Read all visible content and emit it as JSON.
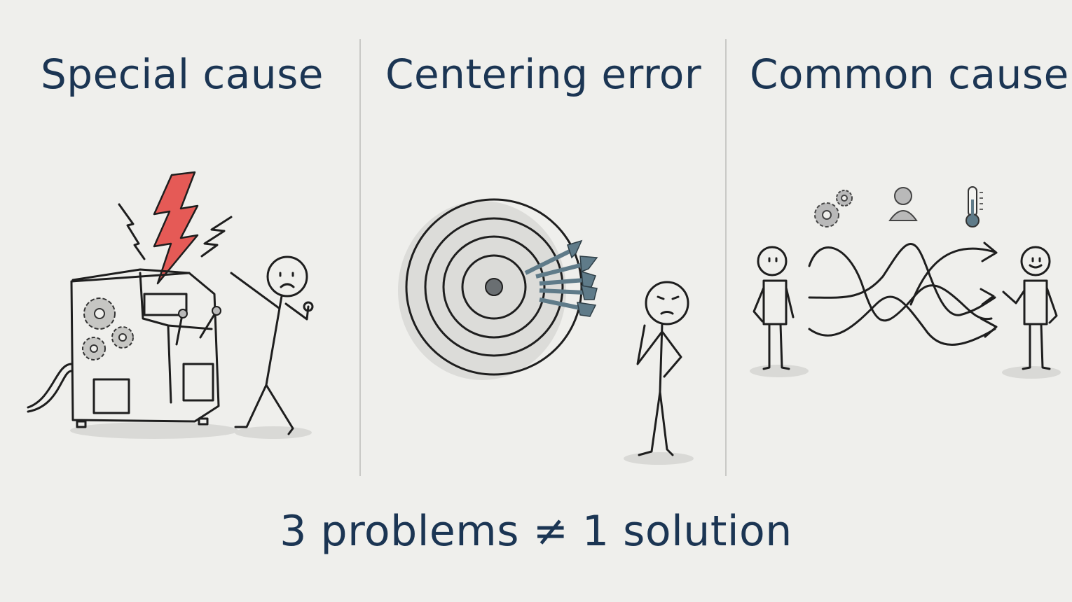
{
  "panels": [
    {
      "title": "Special cause",
      "illustration": "machine-breakdown",
      "icons": [
        "lightning-bolt-icon",
        "gear-icon",
        "lever-icon",
        "stick-figure-worried"
      ]
    },
    {
      "title": "Centering error",
      "illustration": "dartboard-offset-cluster",
      "icons": [
        "dartboard-icon",
        "dart-icon",
        "stick-figure-thinking"
      ]
    },
    {
      "title": "Common cause",
      "illustration": "tangled-paths",
      "icons": [
        "gears-icon",
        "person-icon",
        "thermometer-icon",
        "stick-figure-neutral",
        "stick-figure-smiling"
      ]
    }
  ],
  "caption": "3 problems ≠ 1 solution",
  "colors": {
    "background": "#efefec",
    "title_text": "#1b3553",
    "lightning": "#e55a56",
    "dart": "#5f7b89",
    "icon_gray": "#b9b9b9",
    "divider": "#c9c9c6"
  }
}
